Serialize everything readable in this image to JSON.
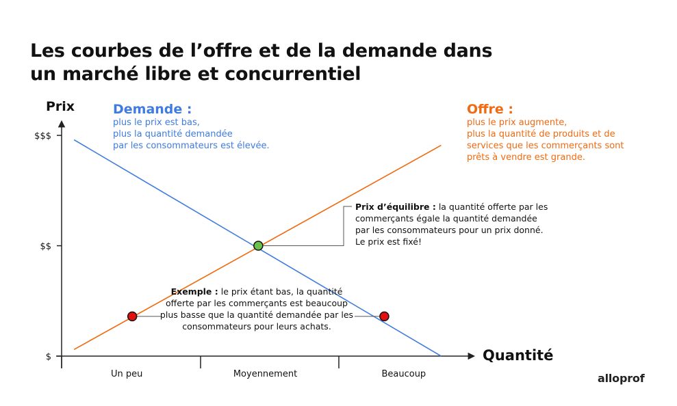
{
  "title": {
    "line1": "Les courbes de l’offre et de la demande dans",
    "line2": "un marché libre et concurrentiel"
  },
  "colors": {
    "demand": "#3f7be0",
    "supply": "#f06a10",
    "equilibrium_point": "#6cc24a",
    "example_point": "#e01010",
    "axis": "#222222"
  },
  "chart_data": {
    "type": "line",
    "xlabel": "Quantité",
    "ylabel": "Prix",
    "x_categories": [
      "Un peu",
      "Moyennement",
      "Beaucoup"
    ],
    "y_ticks": [
      "$",
      "$$",
      "$$$"
    ],
    "xlim": [
      0,
      3
    ],
    "ylim": [
      0,
      2.05
    ],
    "series": [
      {
        "name": "Demande",
        "points": [
          [
            0.09,
            1.96
          ],
          [
            2.74,
            0.0
          ]
        ]
      },
      {
        "name": "Offre",
        "points": [
          [
            0.09,
            0.06
          ],
          [
            2.74,
            1.91
          ]
        ]
      }
    ],
    "markers": [
      {
        "role": "equilibrium",
        "x": 1.42,
        "y": 1.0
      },
      {
        "role": "example-supply",
        "x": 0.51,
        "y": 0.36
      },
      {
        "role": "example-demand",
        "x": 2.33,
        "y": 0.36
      }
    ]
  },
  "demand": {
    "heading": "Demande :",
    "line1": "plus le prix est bas,",
    "line2": "plus la quantité demandée",
    "line3": "par les consommateurs est élevée."
  },
  "offer": {
    "heading": "Offre :",
    "line1": "plus le prix augmente,",
    "line2": "plus la quantité de produits et de",
    "line3": "services que les commerçants sont",
    "line4": "prêts à vendre est grande."
  },
  "equilibrium": {
    "bold": "Prix d’équilibre :",
    "text1": " la quantité offerte par les",
    "line2": "commerçants égale la quantité demandée",
    "line3": "par les consommateurs pour un prix donné.",
    "line4": "Le prix est fixé!"
  },
  "example": {
    "bold": "Exemple :",
    "text": " le prix étant bas, la quantité offerte par les commerçants est beaucoup plus basse que la quantité demandée par les consommateurs pour leurs achats."
  },
  "logo": "alloprof"
}
